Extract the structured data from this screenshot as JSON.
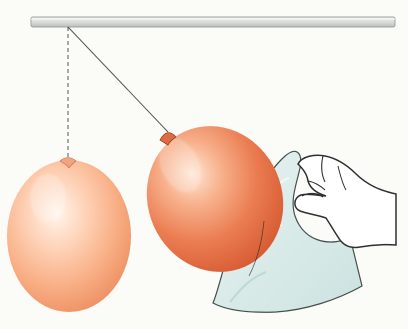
{
  "scene": {
    "elements": [
      {
        "name": "support-rod"
      },
      {
        "name": "left-balloon-thread"
      },
      {
        "name": "right-balloon-thread"
      },
      {
        "name": "left-balloon"
      },
      {
        "name": "right-balloon"
      },
      {
        "name": "cloth"
      },
      {
        "name": "hand"
      }
    ],
    "colors": {
      "background": "#fbfcf7",
      "rod_top": "#f2f3ef",
      "rod_bottom": "#b9bdb9",
      "balloon_light": "#ffe6d5",
      "balloon_mid": "#f7b18c",
      "balloon_dark": "#d85d35",
      "cloth": "#cfe6e4",
      "hand": "#ffffff",
      "outline": "#333333"
    }
  }
}
